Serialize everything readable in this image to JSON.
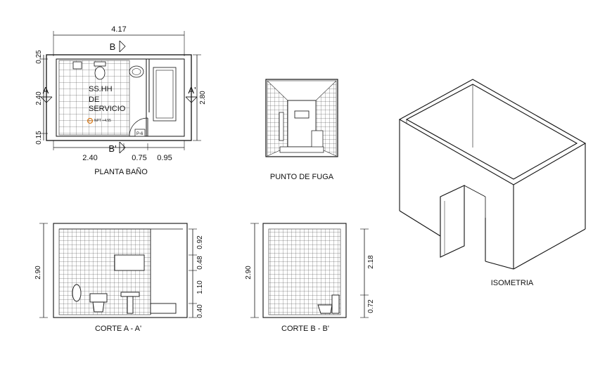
{
  "plan": {
    "title": "PLANTA BAÑO",
    "dim_total": "4.17",
    "dim_a": "2.40",
    "dim_b": "0.75",
    "dim_c": "0.95",
    "dim_left_1": "0.25",
    "dim_left_2": "2.40",
    "dim_left_3": "0.15",
    "dim_right": "2.80",
    "section_b": "B",
    "section_b2": "B'",
    "section_a": "A",
    "section_a2": "A'",
    "room_line1": "SS.HH",
    "room_line2": "DE",
    "room_line3": "SERVICIO",
    "level_note": "NPT +4.55",
    "door_tag": "P-6"
  },
  "vanishing": {
    "title": "PUNTO DE FUGA"
  },
  "isometric": {
    "title": "ISOMETRIA"
  },
  "section_aa": {
    "title": "CORTE A - A'",
    "height": "2.90",
    "d1": "0.92",
    "d2": "0.48",
    "d3": "1.10",
    "d4": "0.40"
  },
  "section_bb": {
    "title": "CORTE B - B'",
    "height": "2.90",
    "d1": "2.18",
    "d2": "0.72"
  },
  "colors": {
    "line": "#111111",
    "accent": "#d97a1a"
  }
}
